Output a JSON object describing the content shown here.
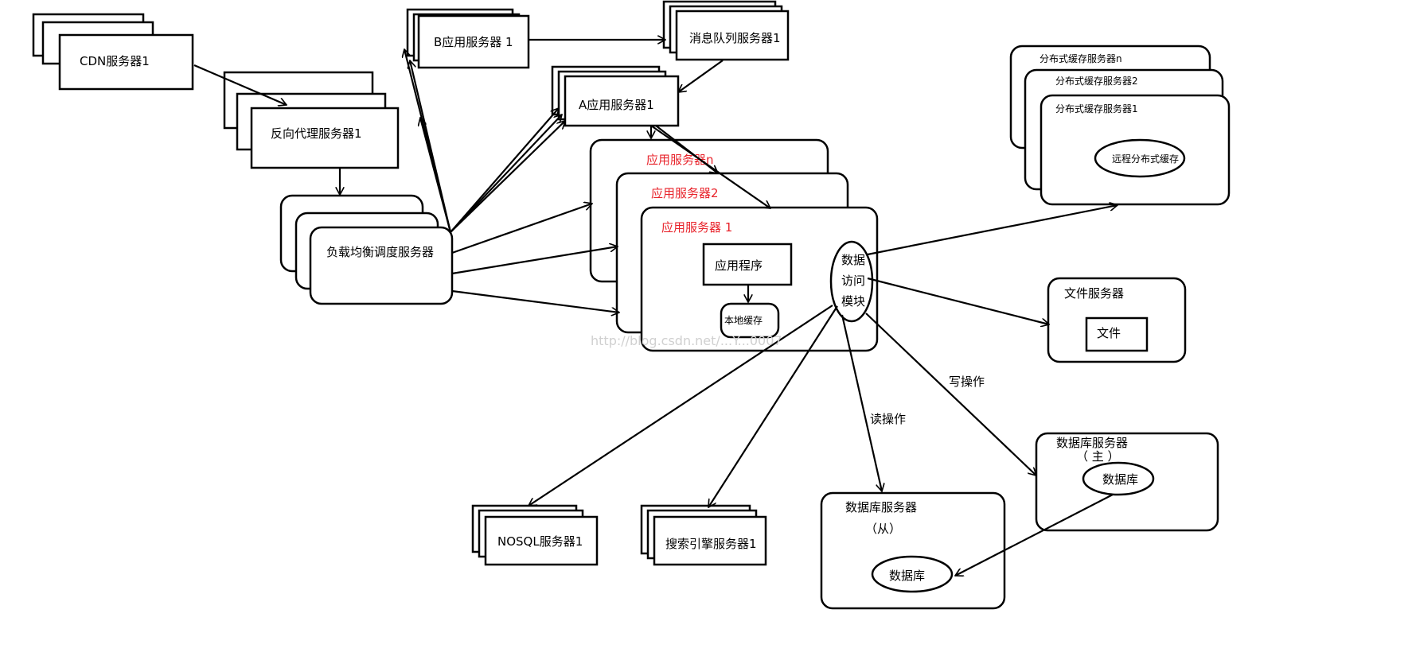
{
  "nodes": {
    "cdn": "CDN服务器1",
    "reverse_proxy": "反向代理服务器1",
    "load_balancer": "负载均衡调度服务器",
    "app_b": "B应用服务器 1",
    "mq": "消息队列服务器1",
    "app_a": "A应用服务器1",
    "app_n": "应用服务器n",
    "app_2": "应用服务器2",
    "app_1": "应用服务器 1",
    "app_program": "应用程序",
    "local_cache": "本地缓存",
    "data_access": [
      "数据",
      "访问",
      "模块"
    ],
    "cache_n": "分布式缓存服务器n",
    "cache_2": "分布式缓存服务器2",
    "cache_1": "分布式缓存服务器1",
    "remote_cache": "远程分布式缓存",
    "file_server": "文件服务器",
    "file": "文件",
    "db_master": "数据库服务器",
    "db_master_role": "（ 主 ）",
    "db_master_db": "数据库",
    "db_slave": "数据库服务器",
    "db_slave_role": "（从）",
    "db_slave_db": "数据库",
    "nosql": "NOSQL服务器1",
    "search": "搜索引擎服务器1"
  },
  "edge_labels": {
    "write": "写操作",
    "read": "读操作"
  },
  "watermark": "http://blog.csdn.net/...Y...0007",
  "colors": {
    "stroke": "#000000",
    "accent_red": "#e8232b",
    "watermark": "#d0d0d0"
  }
}
